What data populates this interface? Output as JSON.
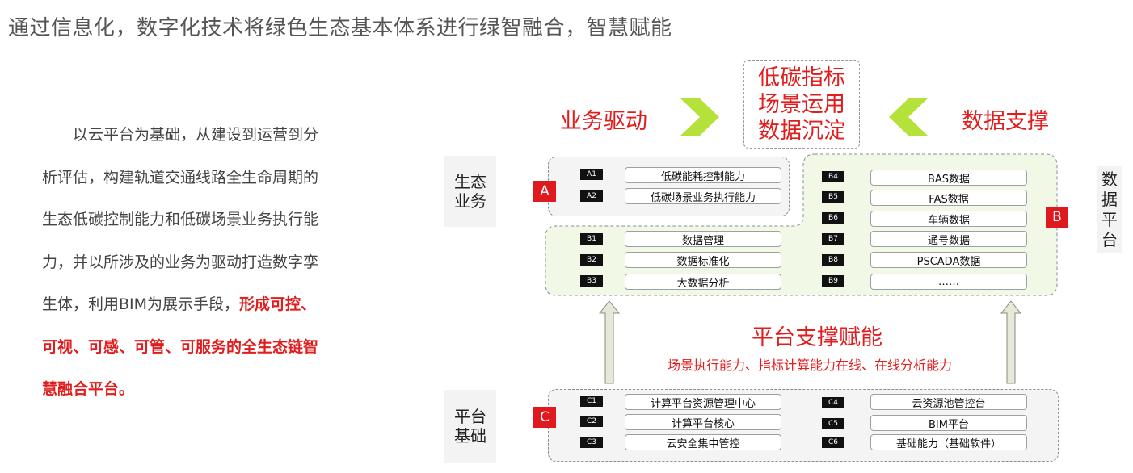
{
  "title": "通过信息化，数字化技术将绿色生态基本体系进行绿智融合，智慧赋能",
  "paragraph": {
    "lines": [
      "　　以云平台为基础，从建设到运营到分",
      "析评估，构建轨道交通线路全生命周期的",
      "生态低碳控制能力和低碳场景业务执行能",
      "力，并以所涉及的业务为驱动打造数字孪",
      "生体，利用BIM为展示手段，"
    ],
    "highlight_inline": "形成可控、",
    "highlight_lines": [
      "可视、可感、可管、可服务的全生态链智",
      "慧融合平台"
    ],
    "tail": "。"
  },
  "diagram": {
    "left_driver": "业务驱动",
    "right_driver": "数据支撑",
    "top_box": [
      "低碳指标",
      "场景运用",
      "数据沉淀"
    ],
    "ecology_label": [
      "生态",
      "业务"
    ],
    "platform_label": [
      "平台",
      "基础"
    ],
    "data_platform_label": [
      "数",
      "据",
      "平",
      "台"
    ],
    "middle_title": "平台支撑赋能",
    "middle_subtitle": "场景执行能力、指标计算能力在线、在线分析能力",
    "group_a": {
      "tag": "A",
      "items": [
        {
          "code": "A1",
          "text": "低碳能耗控制能力"
        },
        {
          "code": "A2",
          "text": "低碳场景业务执行能力"
        }
      ]
    },
    "group_b1": {
      "items": [
        {
          "code": "B1",
          "text": "数据管理"
        },
        {
          "code": "B2",
          "text": "数据标准化"
        },
        {
          "code": "B3",
          "text": "大数据分析"
        }
      ]
    },
    "group_b2": {
      "tag": "B",
      "items": [
        {
          "code": "B4",
          "text": "BAS数据"
        },
        {
          "code": "B5",
          "text": "FAS数据"
        },
        {
          "code": "B6",
          "text": "车辆数据"
        },
        {
          "code": "B7",
          "text": "通号数据"
        },
        {
          "code": "B8",
          "text": "PSCADA数据"
        },
        {
          "code": "B9",
          "text": "……"
        }
      ]
    },
    "group_c": {
      "tag": "C",
      "left": [
        {
          "code": "C1",
          "text": "计算平台资源管理中心"
        },
        {
          "code": "C2",
          "text": "计算平台核心"
        },
        {
          "code": "C3",
          "text": "云安全集中管控"
        }
      ],
      "right": [
        {
          "code": "C4",
          "text": "云资源池管控台"
        },
        {
          "code": "C5",
          "text": "BIM平台"
        },
        {
          "code": "C6",
          "text": "基础能力（基础软件）"
        }
      ]
    },
    "colors": {
      "accent_red": "#e0191f",
      "chevron_green": "#b5e23a",
      "panel_green": "#f1f8e6",
      "arrow_gray": "#e6e8d8"
    }
  }
}
